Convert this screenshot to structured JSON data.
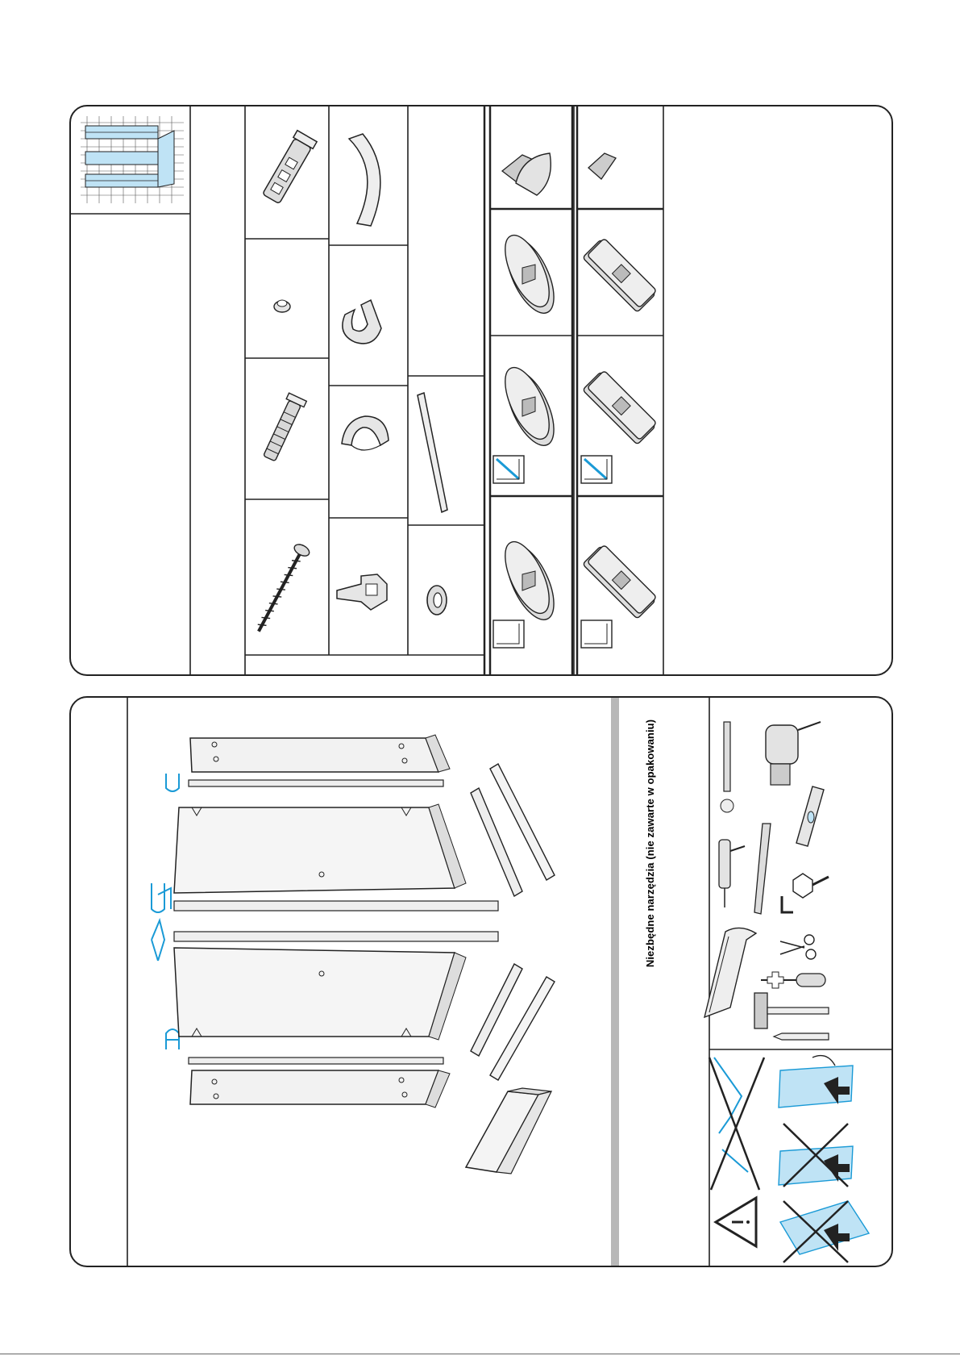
{
  "document": {
    "type": "shower enclosure assembly instructions",
    "language": "pl"
  },
  "colors": {
    "line": "#222222",
    "glass_blue": "#bfe3f5",
    "accent_cyan": "#1a9ad6",
    "divider_gray": "#b8b8b8",
    "part_gray": "#d9d9d9"
  },
  "top_panel": {
    "preview": {
      "icon": "shower-enclosure-preview-icon"
    },
    "parts_column_1": [
      {
        "icon": "wall-bracket-icon"
      },
      {
        "icon": "screw-cap-icon"
      },
      {
        "icon": "wall-plug-icon"
      },
      {
        "icon": "screw-icon"
      }
    ],
    "parts_column_2": [
      {
        "icon": "curved-profile-icon"
      },
      {
        "icon": "corner-clip-icon"
      },
      {
        "icon": "curved-clip-icon"
      },
      {
        "icon": "door-stopper-icon"
      }
    ],
    "parts_column_3": [
      {
        "icon": "seal-strip-icon"
      },
      {
        "icon": "washer-icon"
      }
    ],
    "hinges_left": [
      {
        "icon": "glass-clamp-round-icon"
      },
      {
        "icon": "round-hinge-icon"
      },
      {
        "icon": "round-hinge-pin-icon",
        "marker": "corner-marker-blue"
      },
      {
        "icon": "round-hinge-icon",
        "marker": "corner-marker-plain"
      }
    ],
    "hinges_right": [
      {
        "icon": "glass-clamp-square-icon"
      },
      {
        "icon": "rect-hinge-icon"
      },
      {
        "icon": "rect-hinge-pin-icon",
        "marker": "corner-marker-blue"
      },
      {
        "icon": "rect-hinge-icon",
        "marker": "corner-marker-plain"
      }
    ]
  },
  "bottom_panel": {
    "exploded_view": {
      "profiles": [
        "u-profile-icon",
        "double-profile-icon",
        "magnetic-profile-icon",
        "a-profile-icon"
      ]
    },
    "tools": {
      "title": "Niezbędne narzędzia (nie zawarte w opakowaniu)",
      "items": [
        "drill-bit-icon",
        "drill-icon",
        "spirit-level-icon",
        "silicone-gun-icon",
        "saw-blade-icon",
        "hex-key-icon",
        "hacksaw-icon",
        "scissors-icon",
        "phillips-screwdriver-icon",
        "hammer-icon",
        "pencil-icon"
      ]
    },
    "warnings": {
      "items": [
        "warning-triangle-icon",
        "no-power-tools-icon",
        "glass-on-edge-icon",
        "no-glass-on-screwdriver-icon",
        "no-glass-on-corner-icon"
      ]
    }
  }
}
